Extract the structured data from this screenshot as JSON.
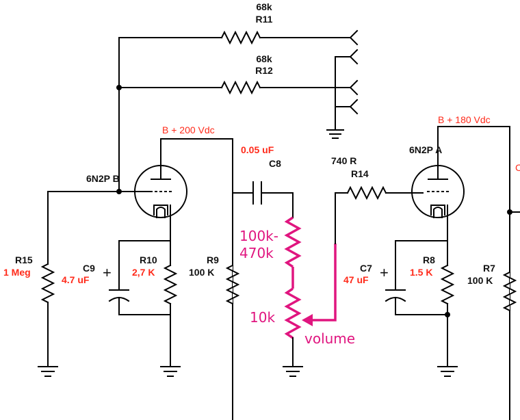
{
  "labels": {
    "r11_value": "68k",
    "r11_ref": "R11",
    "r12_value": "68k",
    "r12_ref": "R12",
    "bplus_left": "B + 200 Vdc",
    "bplus_right": "B + 180 Vdc",
    "tube_b": "6N2P B",
    "tube_a": "6N2P A",
    "c8_value": "0.05 uF",
    "c8_ref": "C8",
    "r14_value": "740 R",
    "r14_ref": "R14",
    "r15_ref": "R15",
    "r15_value": "1 Meg",
    "c9_ref": "C9",
    "c9_value": "4.7 uF",
    "r10_ref": "R10",
    "r10_value": "2,7 K",
    "r9_ref": "R9",
    "r9_value": "100 K",
    "c7_ref": "C7",
    "c7_value": "47 uF",
    "r8_ref": "R8",
    "r8_value": "1.5 K",
    "r7_ref": "R7",
    "r7_value": "100 K",
    "plus_sign": "+",
    "cut_char": "C"
  },
  "annotations": {
    "range_line1": "100k-",
    "range_line2": "470k",
    "pot_value": "10k",
    "pot_label": "volume"
  },
  "colors": {
    "wire": "#000000",
    "component_value": "#ff2a1a",
    "annotation": "#e0157f"
  }
}
